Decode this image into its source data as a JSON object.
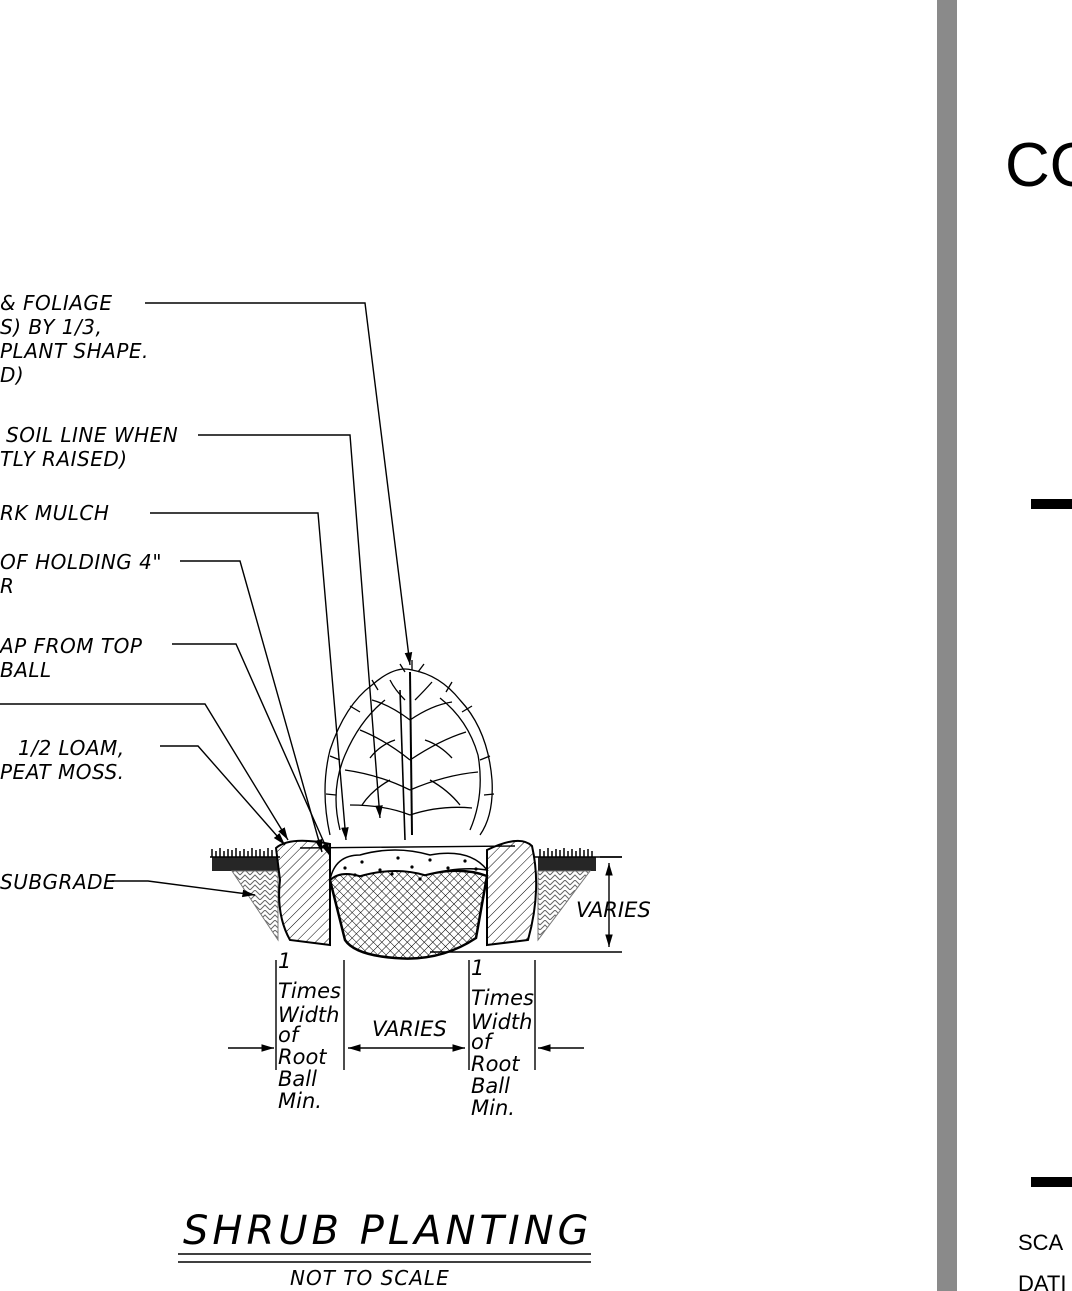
{
  "labels": {
    "foliage_line1": "& FOLIAGE",
    "foliage_line2": "S) BY 1/3,",
    "foliage_line3": "PLANT SHAPE.",
    "foliage_line4": "D)",
    "soil_line1": "SOIL LINE WHEN",
    "soil_line2": "TLY RAISED)",
    "mulch": "RK  MULCH",
    "holding_line1": "OF HOLDING 4\"",
    "holding_line2": "R",
    "burlap_line1": "AP FROM TOP",
    "burlap_line2": "BALL",
    "loam_line1": "1/2  LOAM,",
    "loam_line2": "PEAT  MOSS.",
    "subgrade": "SUBGRADE"
  },
  "dimensions": {
    "depth": "VARIES",
    "width": "VARIES",
    "left_note": [
      "1",
      "Times",
      "Width",
      "of",
      "Root",
      "Ball",
      "Min."
    ],
    "right_note": [
      "1",
      "Times",
      "Width",
      "of",
      "Root",
      "Ball",
      "Min."
    ]
  },
  "title": {
    "main": "SHRUB PLANTING",
    "scale": "NOT TO SCALE"
  },
  "title_block": {
    "heading": "CO",
    "scale_label": "SCA",
    "date_label": "DATI"
  }
}
